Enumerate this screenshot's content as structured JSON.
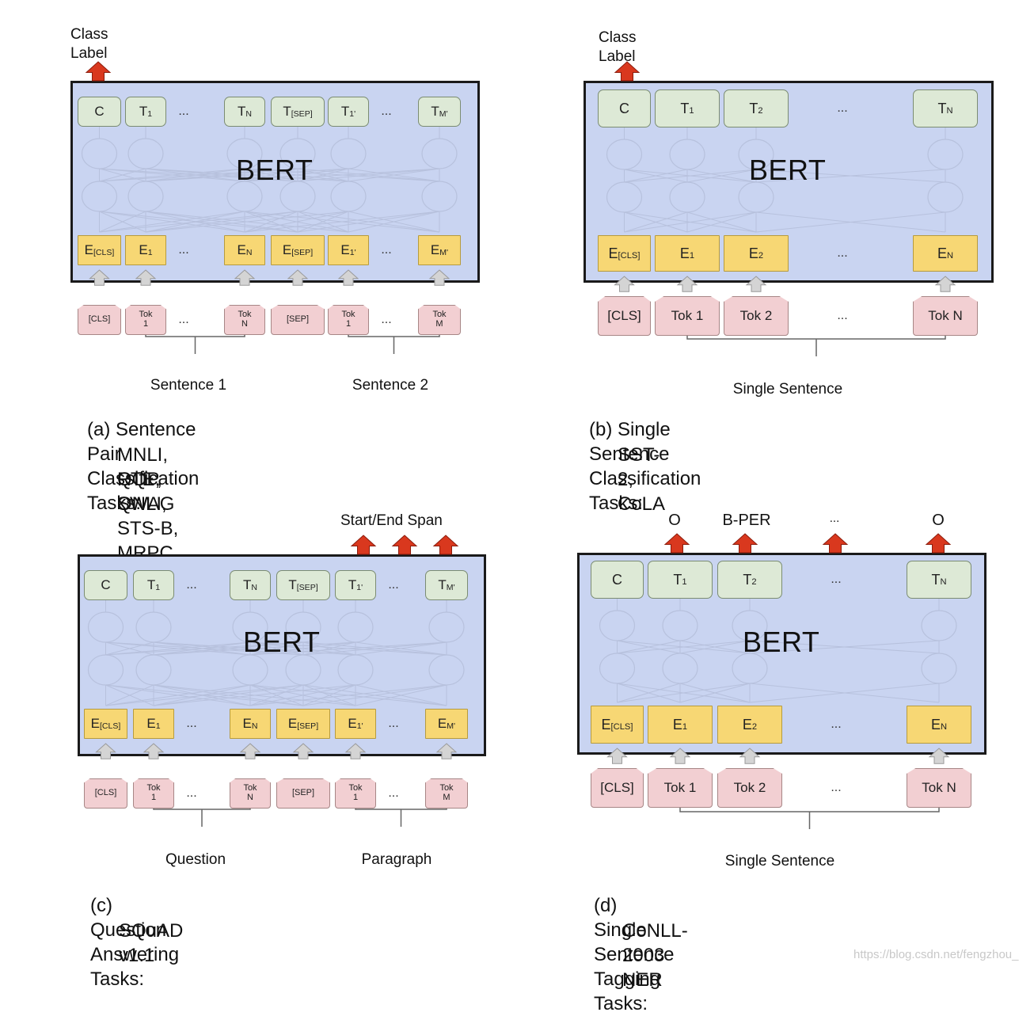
{
  "bert_label": "BERT",
  "dots": "...",
  "panels": [
    {
      "id": "a",
      "top_label": "Class\nLabel",
      "outputs": [
        [
          "C",
          ""
        ],
        [
          "T",
          "1"
        ],
        [
          "...",
          ""
        ],
        [
          "T",
          "N"
        ],
        [
          "T",
          "[SEP]"
        ],
        [
          "T",
          "1'"
        ],
        [
          "...",
          ""
        ],
        [
          "T",
          "M'"
        ]
      ],
      "embeddings": [
        [
          "E",
          "[CLS]"
        ],
        [
          "E",
          "1"
        ],
        [
          "...",
          ""
        ],
        [
          "E",
          "N"
        ],
        [
          "E",
          "[SEP]"
        ],
        [
          "E",
          "1'"
        ],
        [
          "...",
          ""
        ],
        [
          "E",
          "M'"
        ]
      ],
      "inputs": [
        "[CLS]",
        "Tok\n1",
        "...",
        "Tok\nN",
        "[SEP]",
        "Tok\n1",
        "...",
        "Tok\nM"
      ],
      "groups": [
        "Sentence 1",
        "Sentence 2"
      ],
      "caption": [
        "(a) Sentence Pair Classification Tasks:",
        "MNLI, QQP, QNLI, STS-B, MRPC,",
        "RTE, SWAG"
      ]
    },
    {
      "id": "b",
      "top_label": "Class\nLabel",
      "outputs": [
        [
          "C",
          ""
        ],
        [
          "T",
          "1"
        ],
        [
          "T",
          "2"
        ],
        [
          "...",
          ""
        ],
        [
          "T",
          "N"
        ]
      ],
      "embeddings": [
        [
          "E",
          "[CLS]"
        ],
        [
          "E",
          "1"
        ],
        [
          "E",
          "2"
        ],
        [
          "...",
          ""
        ],
        [
          "E",
          "N"
        ]
      ],
      "inputs": [
        "[CLS]",
        "Tok 1",
        "Tok 2",
        "...",
        "Tok N"
      ],
      "groups": [
        "Single Sentence"
      ],
      "caption": [
        "(b) Single Sentence Classification Tasks:",
        "SST-2, CoLA"
      ]
    },
    {
      "id": "c",
      "top_label": "Start/End Span",
      "outputs": [
        [
          "C",
          ""
        ],
        [
          "T",
          "1"
        ],
        [
          "...",
          ""
        ],
        [
          "T",
          "N"
        ],
        [
          "T",
          "[SEP]"
        ],
        [
          "T",
          "1'"
        ],
        [
          "...",
          ""
        ],
        [
          "T",
          "M'"
        ]
      ],
      "embeddings": [
        [
          "E",
          "[CLS]"
        ],
        [
          "E",
          "1"
        ],
        [
          "...",
          ""
        ],
        [
          "E",
          "N"
        ],
        [
          "E",
          "[SEP]"
        ],
        [
          "E",
          "1'"
        ],
        [
          "...",
          ""
        ],
        [
          "E",
          "M'"
        ]
      ],
      "inputs": [
        "[CLS]",
        "Tok\n1",
        "...",
        "Tok\nN",
        "[SEP]",
        "Tok\n1",
        "...",
        "Tok\nM"
      ],
      "groups": [
        "Question",
        "Paragraph"
      ],
      "caption": [
        "(c) Question Answering Tasks:",
        "SQuAD v1.1"
      ]
    },
    {
      "id": "d",
      "tags": [
        "O",
        "B-PER",
        "...",
        "O"
      ],
      "outputs": [
        [
          "C",
          ""
        ],
        [
          "T",
          "1"
        ],
        [
          "T",
          "2"
        ],
        [
          "...",
          ""
        ],
        [
          "T",
          "N"
        ]
      ],
      "embeddings": [
        [
          "E",
          "[CLS]"
        ],
        [
          "E",
          "1"
        ],
        [
          "E",
          "2"
        ],
        [
          "...",
          ""
        ],
        [
          "E",
          "N"
        ]
      ],
      "inputs": [
        "[CLS]",
        "Tok 1",
        "Tok 2",
        "...",
        "Tok N"
      ],
      "groups": [
        "Single Sentence"
      ],
      "caption": [
        "(d) Single Sentence Tagging Tasks:",
        "CoNLL-2003 NER"
      ]
    }
  ],
  "watermark": "https://blog.csdn.net/fengzhou_",
  "colors": {
    "bert_fill": "#c9d4f1",
    "output_fill": "#dde9d6",
    "embedding_fill": "#f7d774",
    "input_fill": "#f2cfd2",
    "arrow_red": "#d9381e",
    "arrow_gray": "#d4d4d4"
  }
}
